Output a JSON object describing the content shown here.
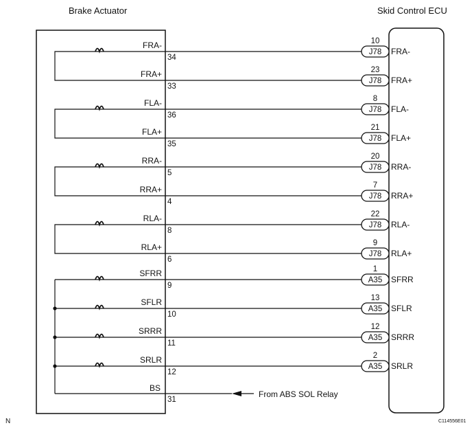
{
  "title_left": "Brake Actuator",
  "title_right": "Skid Control ECU",
  "solenoid_pairs": [
    {
      "neg": {
        "label": "FRA-",
        "pin": "34",
        "ecu_pin": "10",
        "connector": "J78",
        "ecu_label": "FRA-"
      },
      "pos": {
        "label": "FRA+",
        "pin": "33",
        "ecu_pin": "23",
        "connector": "J78",
        "ecu_label": "FRA+"
      }
    },
    {
      "neg": {
        "label": "FLA-",
        "pin": "36",
        "ecu_pin": "8",
        "connector": "J78",
        "ecu_label": "FLA-"
      },
      "pos": {
        "label": "FLA+",
        "pin": "35",
        "ecu_pin": "21",
        "connector": "J78",
        "ecu_label": "FLA+"
      }
    },
    {
      "neg": {
        "label": "RRA-",
        "pin": "5",
        "ecu_pin": "20",
        "connector": "J78",
        "ecu_label": "RRA-"
      },
      "pos": {
        "label": "RRA+",
        "pin": "4",
        "ecu_pin": "7",
        "connector": "J78",
        "ecu_label": "RRA+"
      }
    },
    {
      "neg": {
        "label": "RLA-",
        "pin": "8",
        "ecu_pin": "22",
        "connector": "J78",
        "ecu_label": "RLA-"
      },
      "pos": {
        "label": "RLA+",
        "pin": "6",
        "ecu_pin": "9",
        "connector": "J78",
        "ecu_label": "RLA+"
      }
    }
  ],
  "sol_lines": [
    {
      "label": "SFRR",
      "pin": "9",
      "ecu_pin": "1",
      "connector": "A35",
      "ecu_label": "SFRR"
    },
    {
      "label": "SFLR",
      "pin": "10",
      "ecu_pin": "13",
      "connector": "A35",
      "ecu_label": "SFLR"
    },
    {
      "label": "SRRR",
      "pin": "11",
      "ecu_pin": "12",
      "connector": "A35",
      "ecu_label": "SRRR"
    },
    {
      "label": "SRLR",
      "pin": "12",
      "ecu_pin": "2",
      "connector": "A35",
      "ecu_label": "SRLR"
    }
  ],
  "bs_line": {
    "label": "BS",
    "pin": "31",
    "note": "From ABS SOL Relay"
  },
  "corner_left": "N",
  "corner_right": "C114556E01"
}
